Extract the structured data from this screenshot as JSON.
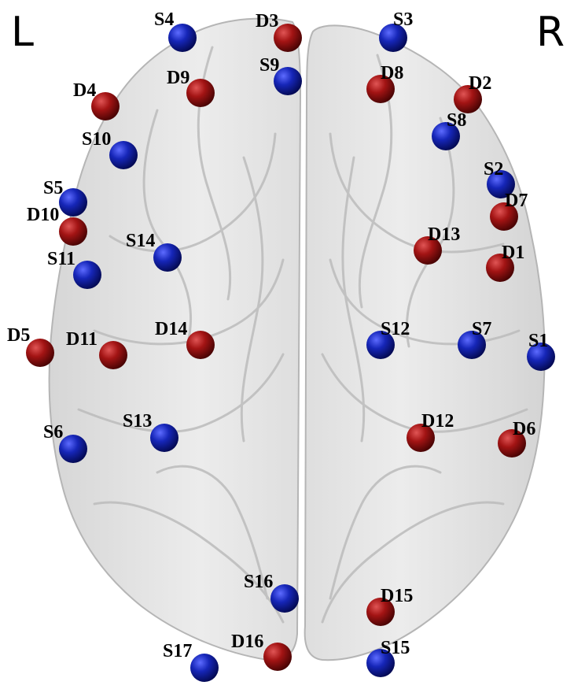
{
  "hemispheres": {
    "left": "L",
    "right": "R"
  },
  "colors": {
    "source": "#0b1a8a",
    "detector": "#7a0d0d",
    "brain": "#e4e4e4",
    "fold": "#b9b9b9"
  },
  "optodes": [
    {
      "id": "S1",
      "type": "source"
    },
    {
      "id": "S2",
      "type": "source"
    },
    {
      "id": "S3",
      "type": "source"
    },
    {
      "id": "S4",
      "type": "source"
    },
    {
      "id": "S5",
      "type": "source"
    },
    {
      "id": "S6",
      "type": "source"
    },
    {
      "id": "S7",
      "type": "source"
    },
    {
      "id": "S8",
      "type": "source"
    },
    {
      "id": "S9",
      "type": "source"
    },
    {
      "id": "S10",
      "type": "source"
    },
    {
      "id": "S11",
      "type": "source"
    },
    {
      "id": "S12",
      "type": "source"
    },
    {
      "id": "S13",
      "type": "source"
    },
    {
      "id": "S14",
      "type": "source"
    },
    {
      "id": "S15",
      "type": "source"
    },
    {
      "id": "S16",
      "type": "source"
    },
    {
      "id": "S17",
      "type": "source"
    },
    {
      "id": "D1",
      "type": "detector"
    },
    {
      "id": "D2",
      "type": "detector"
    },
    {
      "id": "D3",
      "type": "detector"
    },
    {
      "id": "D4",
      "type": "detector"
    },
    {
      "id": "D5",
      "type": "detector"
    },
    {
      "id": "D6",
      "type": "detector"
    },
    {
      "id": "D7",
      "type": "detector"
    },
    {
      "id": "D8",
      "type": "detector"
    },
    {
      "id": "D9",
      "type": "detector"
    },
    {
      "id": "D10",
      "type": "detector"
    },
    {
      "id": "D11",
      "type": "detector"
    },
    {
      "id": "D12",
      "type": "detector"
    },
    {
      "id": "D13",
      "type": "detector"
    },
    {
      "id": "D14",
      "type": "detector"
    },
    {
      "id": "D15",
      "type": "detector"
    },
    {
      "id": "D16",
      "type": "detector"
    }
  ]
}
